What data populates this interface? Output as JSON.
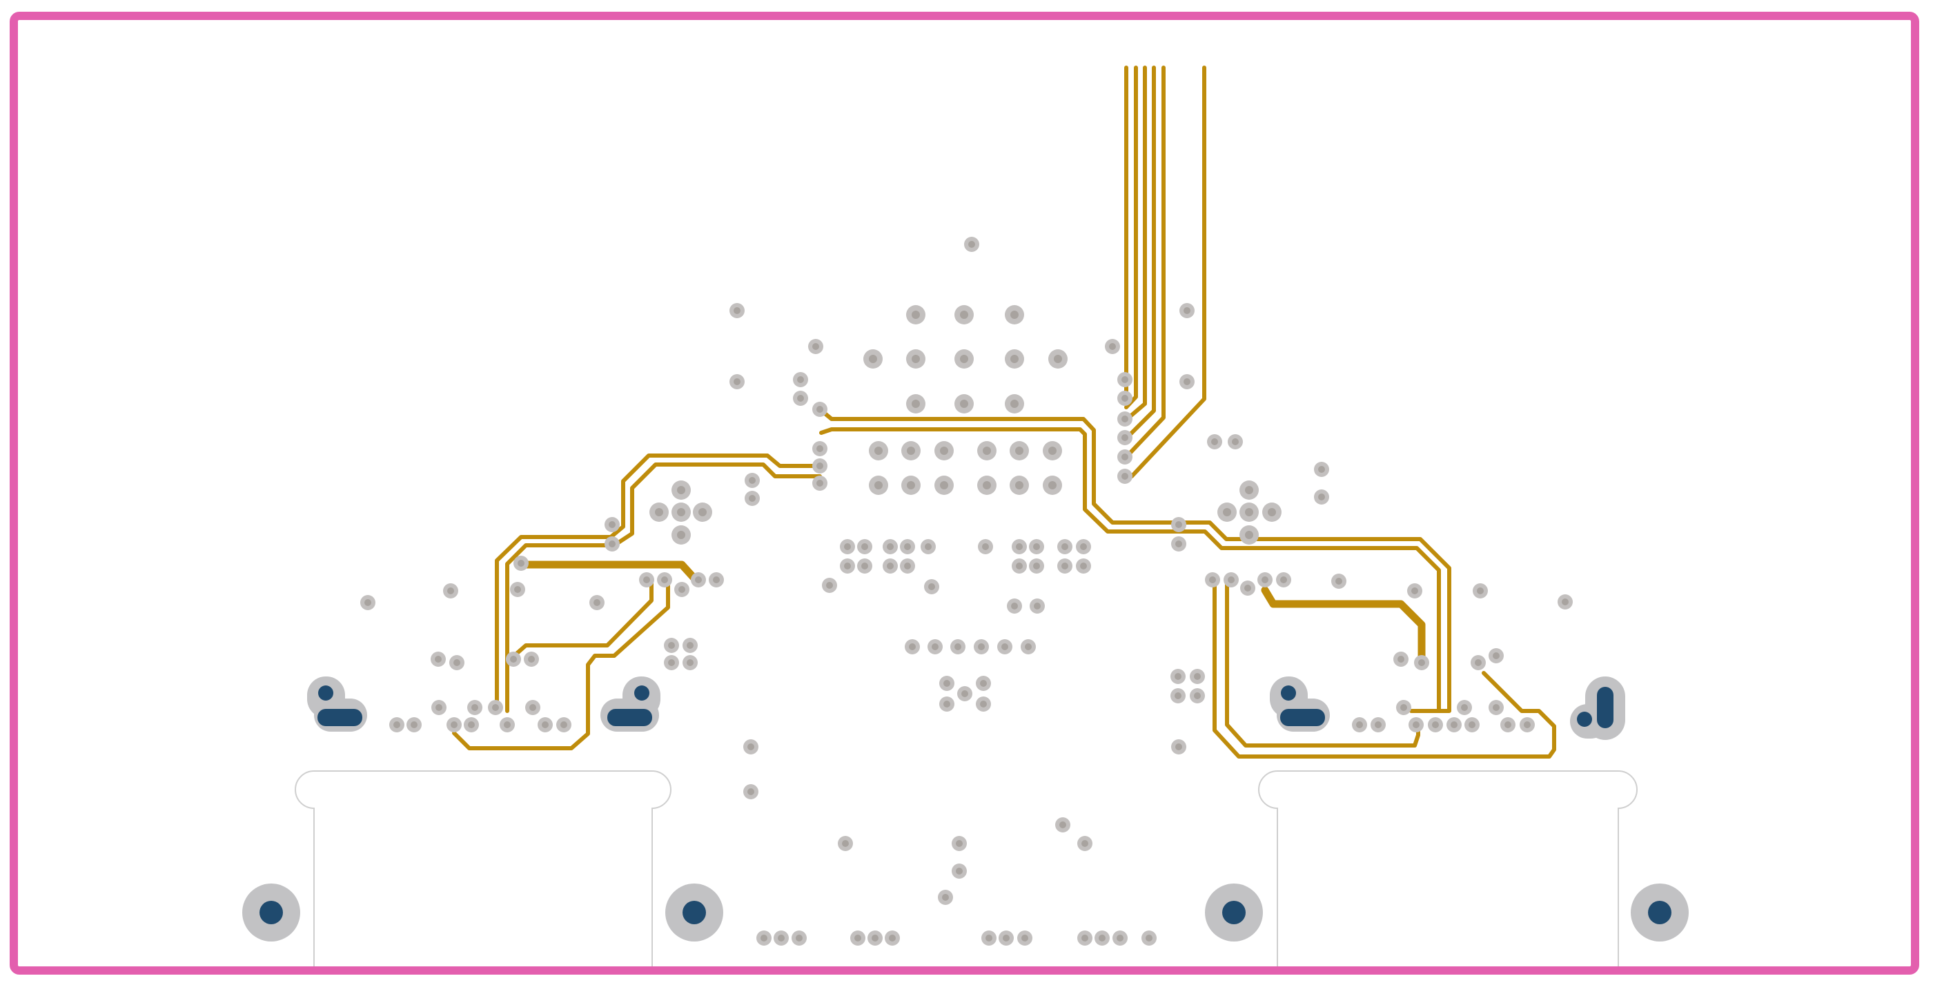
{
  "colors": {
    "background": "#ffffff",
    "board_outline": "#e35fae",
    "trace": "#bf8c0b",
    "via_ring": "#c3c0bf",
    "via_drill": "#a8a39f",
    "pad": "#1f4a6e",
    "pad_clearance": "#c2c2c4",
    "cutout_line": "#cfcfcf"
  },
  "layer": "bottom-copper",
  "components": [
    {
      "name": "connector-footprint-left",
      "type": "connector"
    },
    {
      "name": "connector-footprint-right",
      "type": "connector"
    }
  ]
}
